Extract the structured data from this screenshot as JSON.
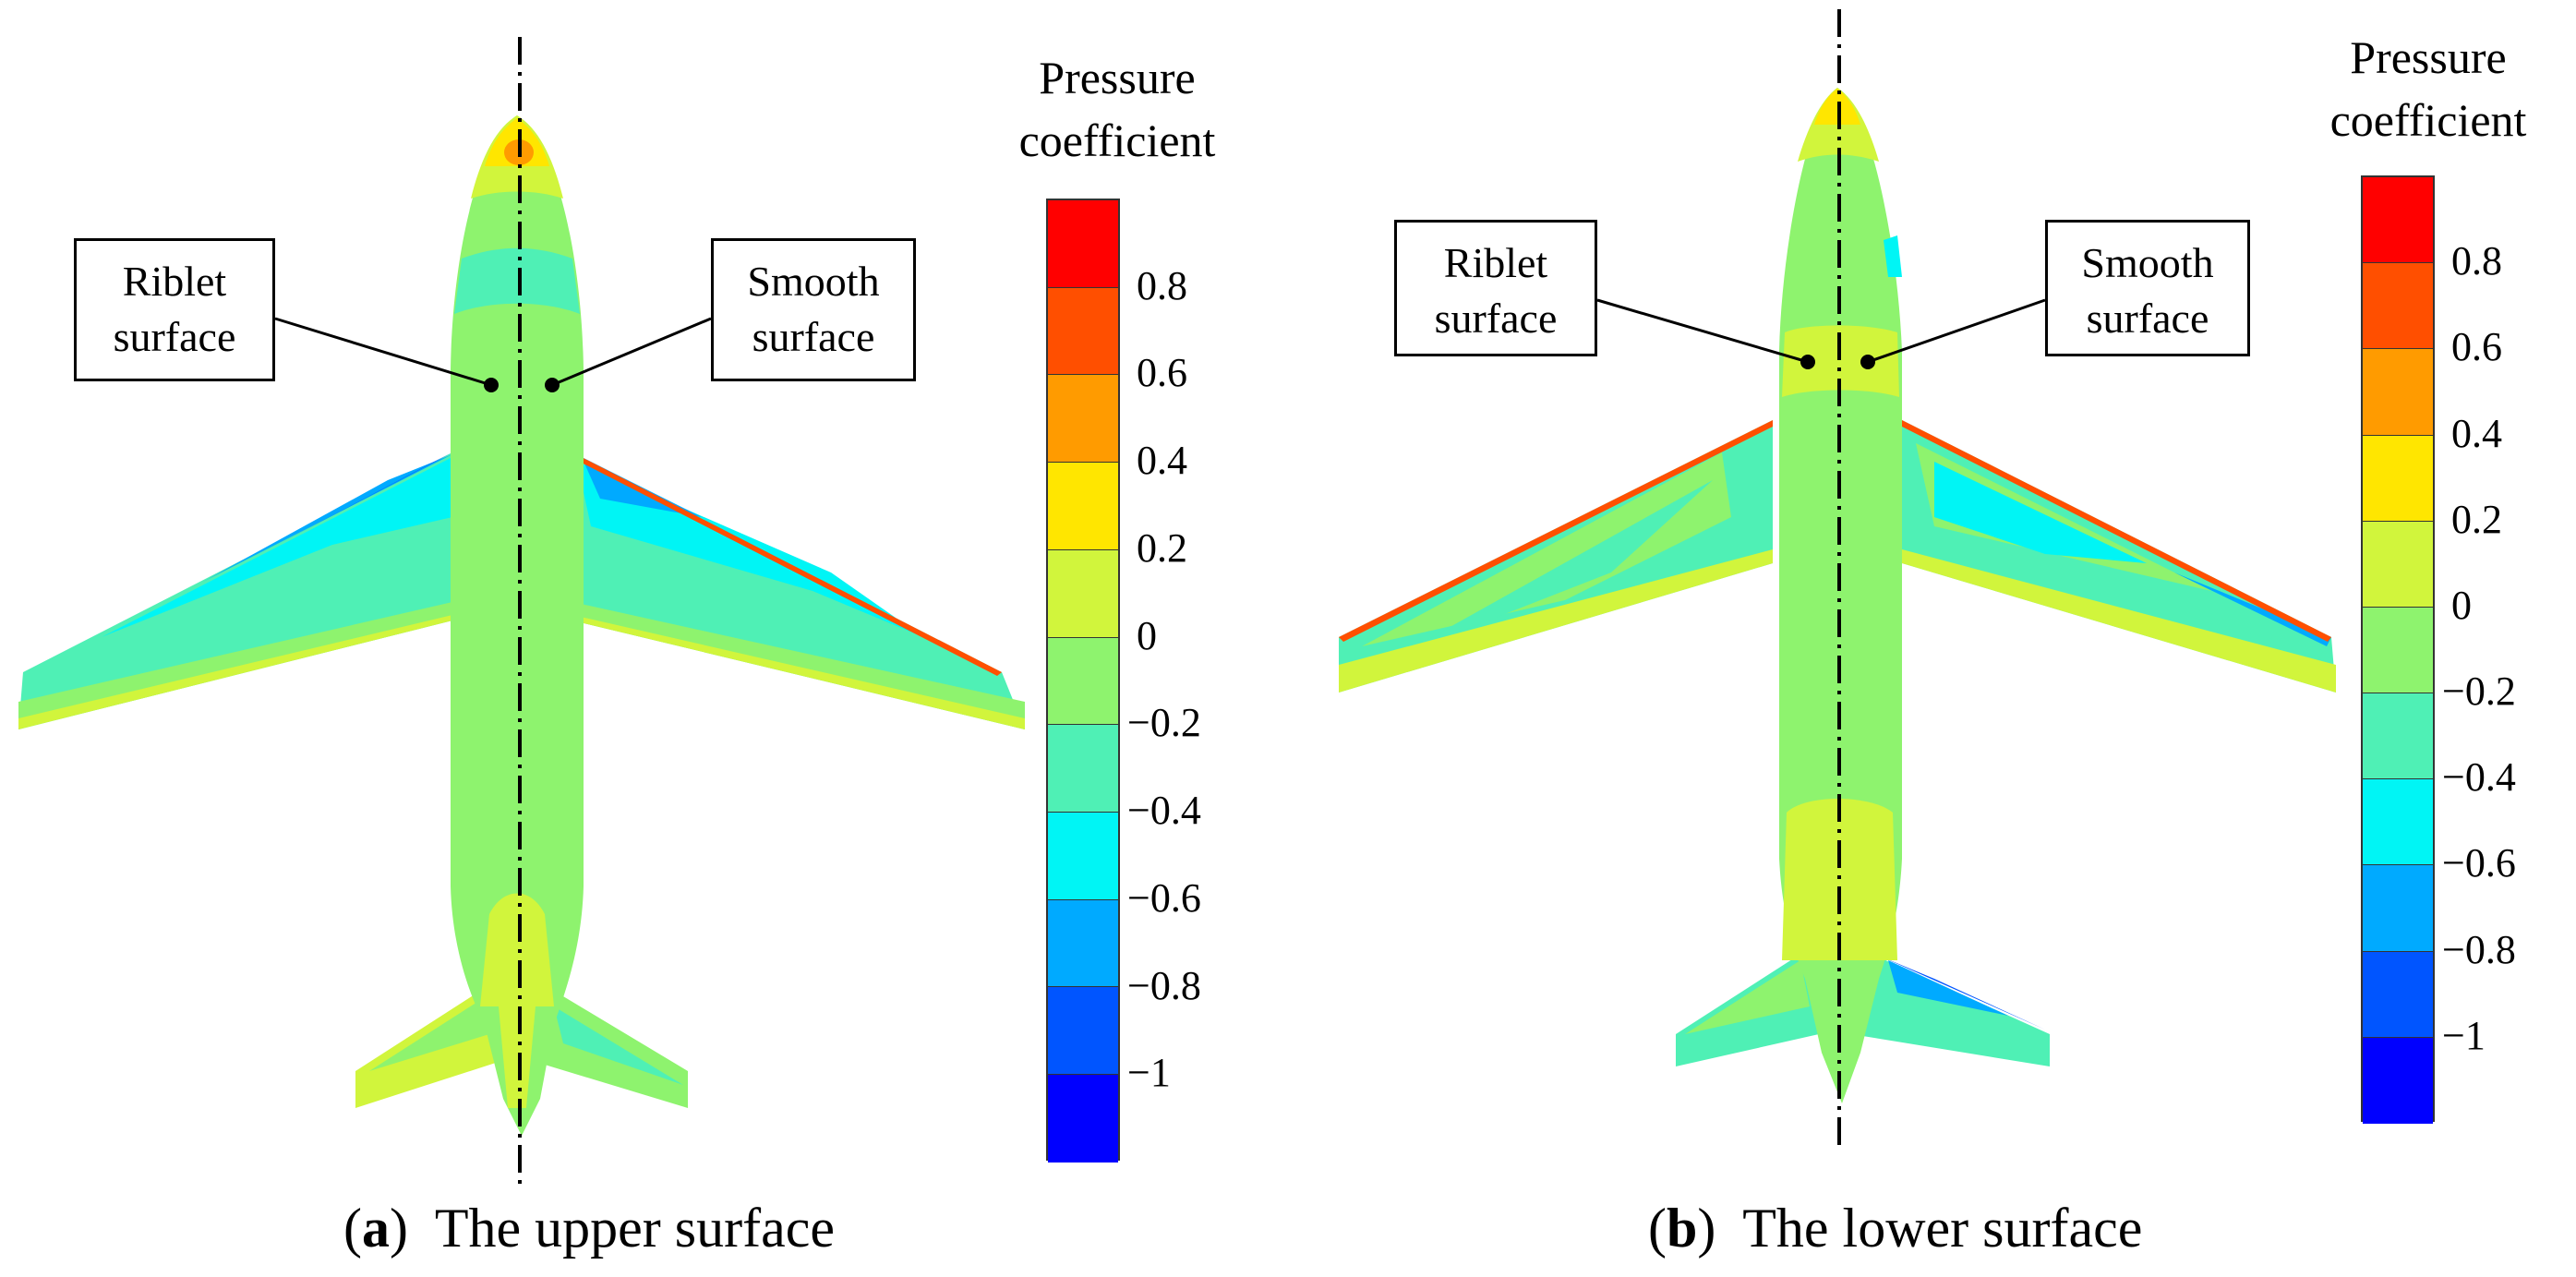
{
  "panels": [
    {
      "id": "a",
      "caption_letter": "a",
      "caption_text": "The upper surface",
      "labels": {
        "riblet": [
          "Riblet",
          "surface"
        ],
        "smooth": [
          "Smooth",
          "surface"
        ]
      }
    },
    {
      "id": "b",
      "caption_letter": "b",
      "caption_text": "The lower surface",
      "labels": {
        "riblet": [
          "Riblet",
          "surface"
        ],
        "smooth": [
          "Smooth",
          "surface"
        ]
      }
    }
  ],
  "colorbar": {
    "title_line1": "Pressure",
    "title_line2": "coefficient",
    "levels_top_to_bottom": [
      "#ff0000",
      "#ff4f00",
      "#ff9b00",
      "#ffe600",
      "#d1f53c",
      "#8ef36e",
      "#4ff0b5",
      "#00f5f5",
      "#00aaff",
      "#0055ff",
      "#0000ff"
    ],
    "ticks": [
      "0.8",
      "0.6",
      "0.4",
      "0.2",
      "0",
      "−0.2",
      "−0.4",
      "−0.6",
      "−0.8",
      "−1"
    ]
  },
  "colors": {
    "base_green": "#8ef36e",
    "yellow_green": "#d1f53c",
    "teal": "#4ff0b5",
    "cyan": "#00f5f5",
    "sky": "#00aaff",
    "blue": "#0055ff",
    "yellow": "#ffe600",
    "orange": "#ff9b00",
    "red": "#ff0000"
  }
}
